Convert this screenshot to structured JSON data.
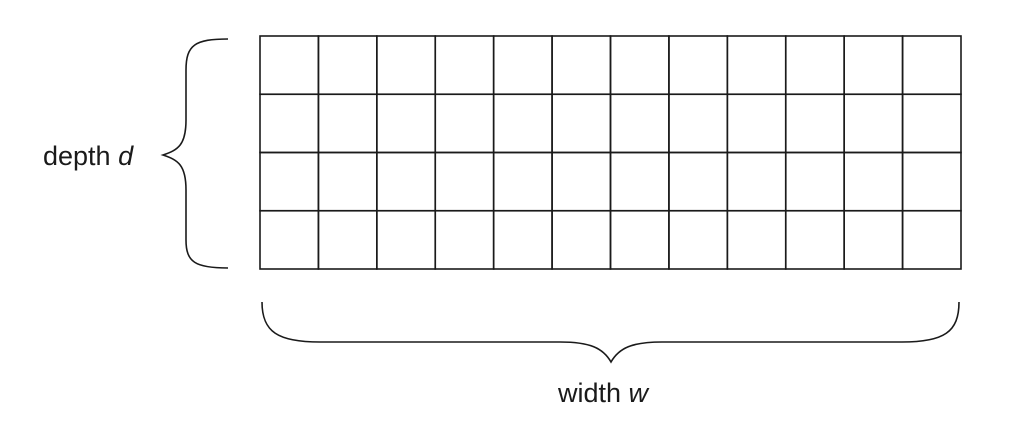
{
  "grid": {
    "rows": 4,
    "columns": 12,
    "line_color": "#1a1a1a",
    "cell_fill": "#ffffff"
  },
  "labels": {
    "depth_word": "depth",
    "depth_var": "d",
    "width_word": "width",
    "width_var": "w"
  }
}
